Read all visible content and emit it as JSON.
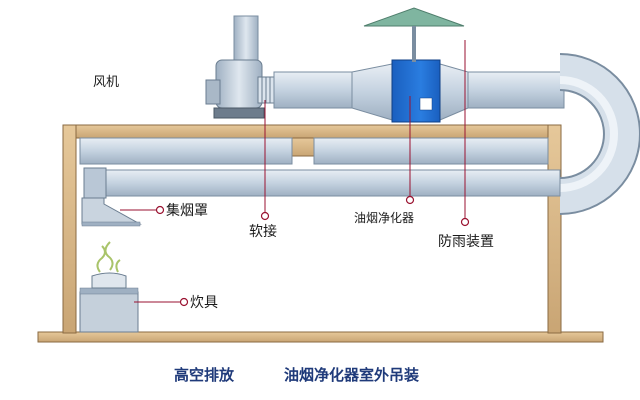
{
  "labels": {
    "fan": "风机",
    "hood": "集烟罩",
    "flex_joint": "软接",
    "purifier": "油烟净化器",
    "rain_cover": "防雨装置",
    "stove": "炊具"
  },
  "caption": {
    "part1": "高空排放",
    "part2": "油烟净化器室外吊装"
  },
  "colors": {
    "pipe": "#c8d6e4",
    "building_wall": "#d9b98a",
    "purifier": "#1f6fd1",
    "leader_line": "#9a1230",
    "caption": "#1f3a7a"
  }
}
